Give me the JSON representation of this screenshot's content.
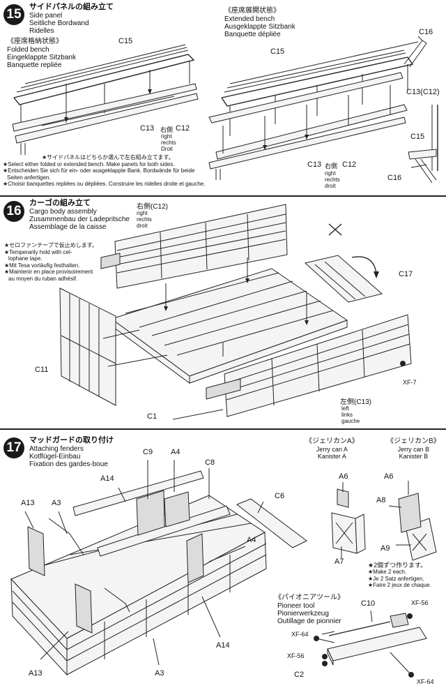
{
  "step15": {
    "number": "15",
    "title_jp": "サイドパネルの組み立て",
    "title_en": "Side panel",
    "title_de": "Seitliche Bordwand",
    "title_fr": "Ridelles",
    "folded": {
      "jp": "《座席格納状態》",
      "en": "Folded bench",
      "de": "Eingeklappte Sitzbank",
      "fr": "Banquette repliée"
    },
    "extended": {
      "jp": "《座席展開状態》",
      "en": "Extended bench",
      "de": "Ausgeklappte Sitzbank",
      "fr": "Banquette dépliée"
    },
    "parts": {
      "c15_a": "C15",
      "c13_a": "C13",
      "right_a": "右側",
      "c12_a": "C12",
      "right_en_a": "right",
      "right_de_a": "rechts",
      "right_fr_a": "Droit",
      "c15_b": "C15",
      "c16_b": "C16",
      "c13_b": "C13",
      "right_b": "右側",
      "c12_b": "C12",
      "right_en_b": "right",
      "right_de_b": "rechts",
      "right_fr_b": "droit",
      "c13c12": "C13(C12)",
      "c15_c": "C15",
      "c16_c": "C16"
    },
    "note_jp": "★サイドパネルはどちらか選んで左右組み立てます。",
    "note_en": "★Select either folded or extended bench. Make panels for both sides.",
    "note_de1": "★Entscheiden Sie sich für ein- oder ausgeklappte Bank. Bordwände für beide",
    "note_de2": "Seiten anfertigen.",
    "note_fr": "★Choisir banquettes repliées ou dépliées. Construire les ridelles droite et gauche."
  },
  "step16": {
    "number": "16",
    "title_jp": "カーゴの組み立て",
    "title_en": "Cargo body assembly",
    "title_de": "Zusammenbau der Ladepritsche",
    "title_fr": "Assemblage de la caisse",
    "tape_jp": "★セロファンテープで仮止めします。",
    "tape_en1": "★Temperarily hold with cel-",
    "tape_en2": "lophane tape.",
    "tape_de": "★Mit Tesa vorläufig festhalten.",
    "tape_fr1": "★Maintenir en place provisoirement",
    "tape_fr2": "au moyen du ruban adhésif.",
    "right_jp": "右側(C12)",
    "right_en": "right",
    "right_de": "rechts",
    "right_fr": "droit",
    "c17": "C17",
    "c11": "C11",
    "c1": "C1",
    "xf7": "XF-7",
    "left_jp": "左側(C13)",
    "left_en": "left",
    "left_de": "links",
    "left_fr": "gauche"
  },
  "step17": {
    "number": "17",
    "title_jp": "マッドガードの取り付け",
    "title_en": "Attaching fenders",
    "title_de": "Kotflügel-Einbau",
    "title_fr": "Fixation des gardes-boue",
    "parts": {
      "c9": "C9",
      "a4_top": "A4",
      "c8": "C8",
      "a14_top": "A14",
      "c6": "C6",
      "a13_top": "A13",
      "a3_top": "A3",
      "a4_mid": "A4",
      "a14_bot": "A14",
      "a13_bot": "A13",
      "a3_bot": "A3"
    },
    "jerry_a": {
      "jp": "《ジェリカンA》",
      "en": "Jerry can A",
      "de": "Kanister A",
      "p1": "A6",
      "p2": "A7"
    },
    "jerry_b": {
      "jp": "《ジェリカンB》",
      "en": "Jerry can B",
      "de": "Kanister B",
      "p1": "A6",
      "p2": "A8",
      "p3": "A9"
    },
    "make2_jp": "★2個ずつ作ります。",
    "make2_en": "★Make 2 each.",
    "make2_de": "★Je 2 Satz anfertigen.",
    "make2_fr": "★Faire 2 jeux de chaque.",
    "pioneer": {
      "jp": "《パイオニアツール》",
      "en": "Pioneer tool",
      "de": "Pionierwerkzeug",
      "fr": "Outillage de pionnier"
    },
    "tool_parts": {
      "c10": "C10",
      "xf56_a": "XF-56",
      "xf64_a": "XF-64",
      "xf56_b": "XF-56",
      "c2": "C2",
      "xf64_b": "XF-64"
    }
  }
}
